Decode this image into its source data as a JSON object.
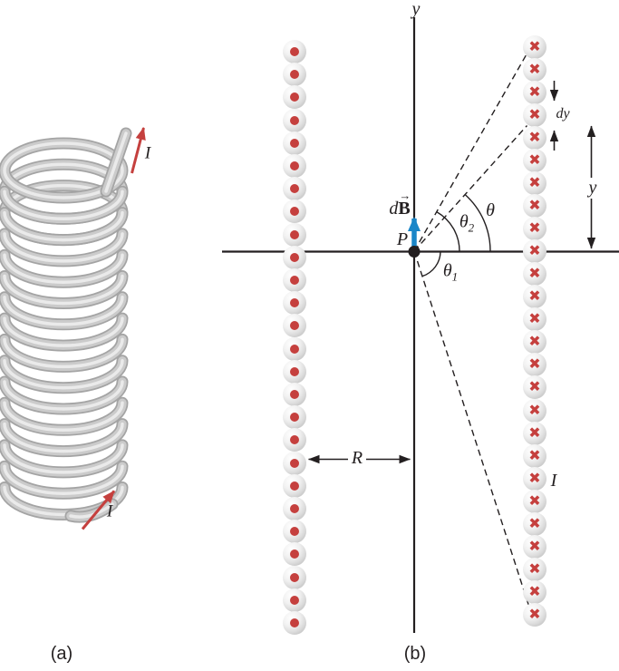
{
  "colors": {
    "red": "#c5403e",
    "blue": "#1a86c8",
    "line": "#231f20"
  },
  "panel_a": {
    "caption": "(a)",
    "coil_turns": 16,
    "top_current_label": "I",
    "bottom_current_label": "I"
  },
  "panel_b": {
    "caption": "(b)",
    "axis_label_y": "y",
    "point_label": "P",
    "db_label": {
      "d": "d",
      "b": "B",
      "vector_arrow": "→"
    },
    "theta": "θ",
    "theta1": {
      "base": "θ",
      "sub": "1"
    },
    "theta2": {
      "base": "θ",
      "sub": "2"
    },
    "dy_label": "dy",
    "y_dimension_label": "y",
    "radius_label": "R",
    "current_label": "I",
    "left_column": {
      "symbol": "current-out-of-page",
      "count": 26
    },
    "right_column": {
      "symbol": "current-into-page",
      "count": 26,
      "glyph": "✖"
    }
  }
}
